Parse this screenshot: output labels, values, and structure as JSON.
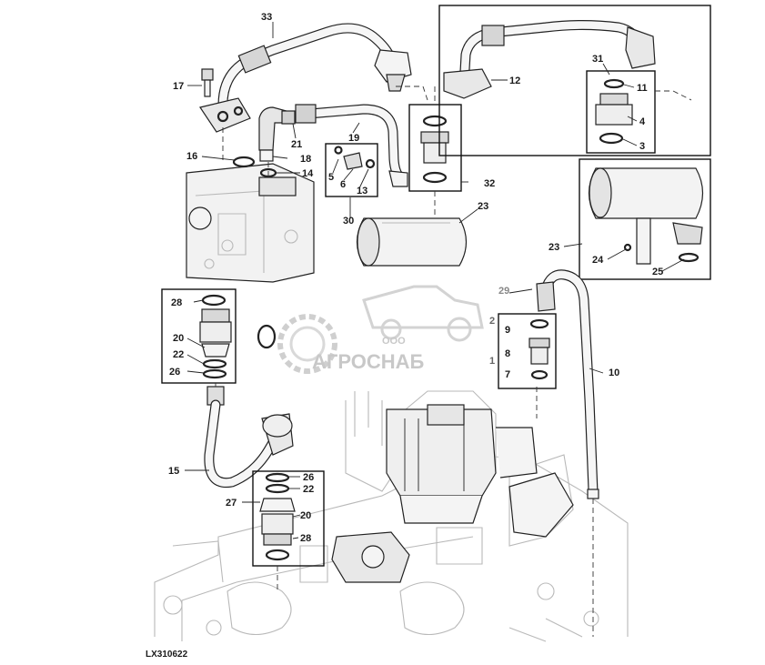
{
  "diagram": {
    "drawing_code": "LX310622",
    "watermark": {
      "company_prefix": "ООО",
      "company_name": "АГРОСНАБ"
    },
    "callouts": [
      {
        "id": "c33",
        "label": "33"
      },
      {
        "id": "c17",
        "label": "17"
      },
      {
        "id": "c21",
        "label": "21"
      },
      {
        "id": "c19",
        "label": "19"
      },
      {
        "id": "c16",
        "label": "16"
      },
      {
        "id": "c18",
        "label": "18"
      },
      {
        "id": "c14",
        "label": "14"
      },
      {
        "id": "c5",
        "label": "5"
      },
      {
        "id": "c6",
        "label": "6"
      },
      {
        "id": "c13",
        "label": "13"
      },
      {
        "id": "c30",
        "label": "30"
      },
      {
        "id": "c32",
        "label": "32"
      },
      {
        "id": "c23a",
        "label": "23"
      },
      {
        "id": "c12",
        "label": "12"
      },
      {
        "id": "c31",
        "label": "31"
      },
      {
        "id": "c11",
        "label": "11"
      },
      {
        "id": "c4",
        "label": "4"
      },
      {
        "id": "c3",
        "label": "3"
      },
      {
        "id": "c23b",
        "label": "23"
      },
      {
        "id": "c24",
        "label": "24"
      },
      {
        "id": "c25",
        "label": "25"
      },
      {
        "id": "c29",
        "label": "29"
      },
      {
        "id": "c2",
        "label": "2"
      },
      {
        "id": "c9",
        "label": "9"
      },
      {
        "id": "c8",
        "label": "8"
      },
      {
        "id": "c1",
        "label": "1"
      },
      {
        "id": "c7",
        "label": "7"
      },
      {
        "id": "c10",
        "label": "10"
      },
      {
        "id": "c28a",
        "label": "28"
      },
      {
        "id": "c20a",
        "label": "20"
      },
      {
        "id": "c22a",
        "label": "22"
      },
      {
        "id": "c26a",
        "label": "26"
      },
      {
        "id": "c15",
        "label": "15"
      },
      {
        "id": "c26b",
        "label": "26"
      },
      {
        "id": "c22b",
        "label": "22"
      },
      {
        "id": "c27",
        "label": "27"
      },
      {
        "id": "c20b",
        "label": "20"
      },
      {
        "id": "c28b",
        "label": "28"
      }
    ]
  }
}
